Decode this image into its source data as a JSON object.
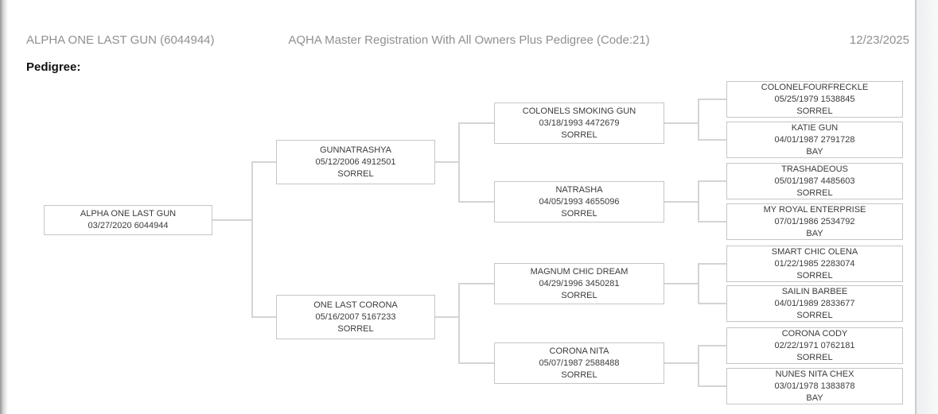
{
  "header": {
    "left": "ALPHA ONE LAST GUN (6044944)",
    "center": "AQHA Master Registration With All Owners Plus Pedigree (Code:21)",
    "right": "12/23/2025"
  },
  "section_label": "Pedigree:",
  "pedigree": {
    "subject": {
      "name": "ALPHA ONE LAST GUN",
      "info": "03/27/2020 6044944",
      "color": ""
    },
    "gen2": [
      {
        "name": "GUNNATRASHYA",
        "info": "05/12/2006 4912501",
        "color": "SORREL"
      },
      {
        "name": "ONE LAST CORONA",
        "info": "05/16/2007 5167233",
        "color": "SORREL"
      }
    ],
    "gen3": [
      {
        "name": "COLONELS SMOKING GUN",
        "info": "03/18/1993 4472679",
        "color": "SORREL"
      },
      {
        "name": "NATRASHA",
        "info": "04/05/1993 4655096",
        "color": "SORREL"
      },
      {
        "name": "MAGNUM CHIC DREAM",
        "info": "04/29/1996 3450281",
        "color": "SORREL"
      },
      {
        "name": "CORONA NITA",
        "info": "05/07/1987 2588488",
        "color": "SORREL"
      }
    ],
    "gen4": [
      {
        "name": "COLONELFOURFRECKLE",
        "info": "05/25/1979 1538845",
        "color": "SORREL"
      },
      {
        "name": "KATIE GUN",
        "info": "04/01/1987 2791728",
        "color": "BAY"
      },
      {
        "name": "TRASHADEOUS",
        "info": "05/01/1987 4485603",
        "color": "SORREL"
      },
      {
        "name": "MY ROYAL ENTERPRISE",
        "info": "07/01/1986 2534792",
        "color": "BAY"
      },
      {
        "name": "SMART CHIC OLENA",
        "info": "01/22/1985 2283074",
        "color": "SORREL"
      },
      {
        "name": "SAILIN BARBEE",
        "info": "04/01/1989 2833677",
        "color": "SORREL"
      },
      {
        "name": "CORONA CODY",
        "info": "02/22/1971 0762181",
        "color": "SORREL"
      },
      {
        "name": "NUNES NITA CHEX",
        "info": "03/01/1978 1383878",
        "color": "BAY"
      }
    ]
  },
  "colors": {
    "line": "#d4d4d4",
    "box_border": "#c6c6c6",
    "header_text": "#8f9091",
    "box_text": "#3b3b3b"
  }
}
